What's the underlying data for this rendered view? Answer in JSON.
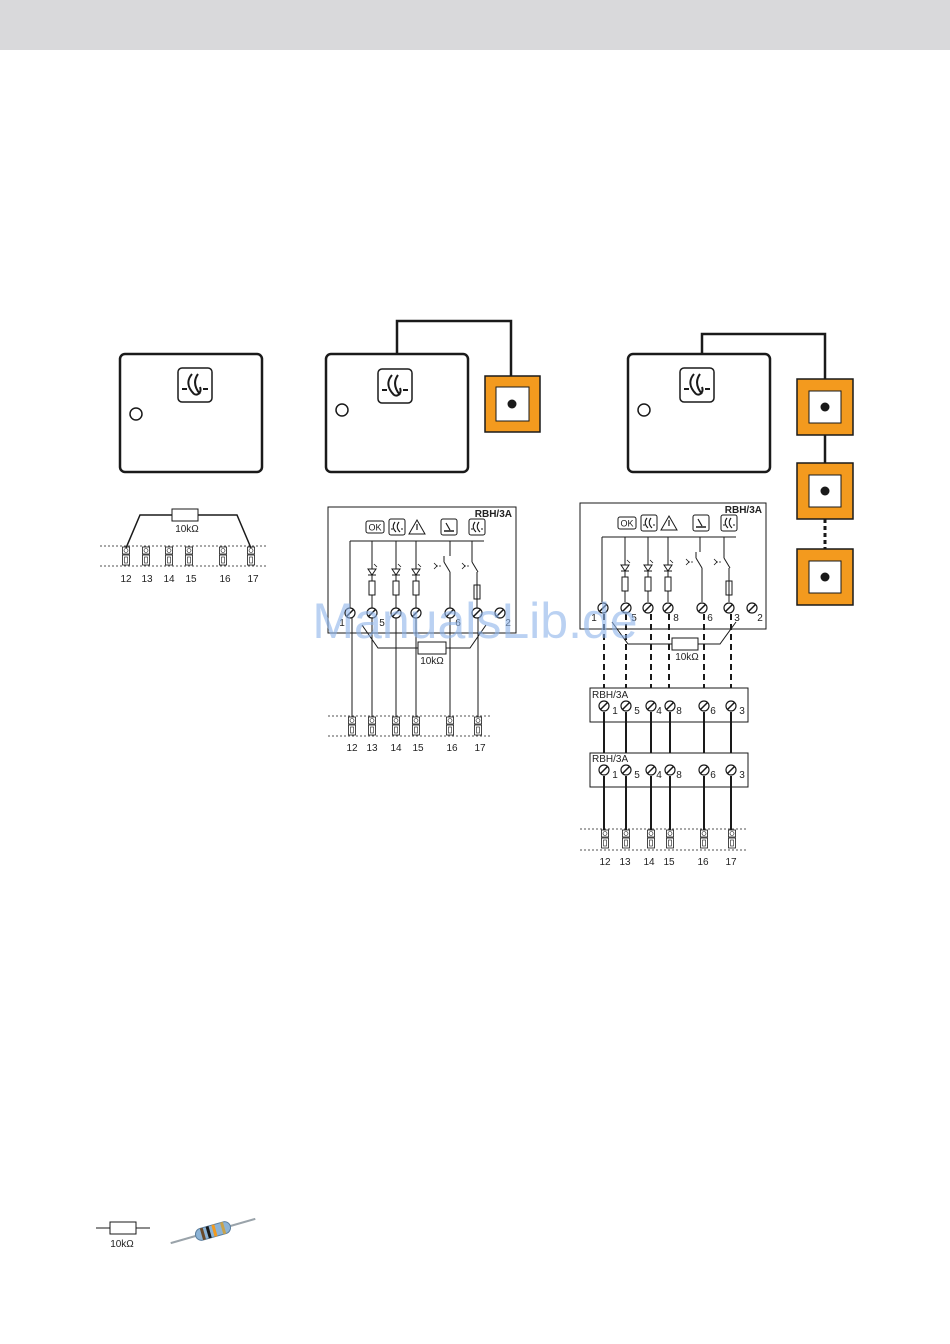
{
  "header": {
    "bar_color": "#d9d9db"
  },
  "colors": {
    "orange": "#f39a1e",
    "line": "#1a1a1a"
  },
  "icons": {
    "fire": "fire-symbol-icon",
    "ok": "ok-indicator-icon",
    "warning": "warning-triangle-icon",
    "switch": "switch-symbol-icon"
  },
  "resistor_label": "10kΩ",
  "module_label": "RBH/3A",
  "ok_label": "OK",
  "terminals_bottom": [
    "12",
    "13",
    "14",
    "15",
    "16",
    "17"
  ],
  "module_terminals": [
    "1",
    "5",
    "4",
    "8",
    "6",
    "3",
    "2"
  ],
  "ext_module_terminals": [
    "1",
    "5",
    "4",
    "8",
    "6",
    "3"
  ],
  "watermark": "ManualsLib.de"
}
